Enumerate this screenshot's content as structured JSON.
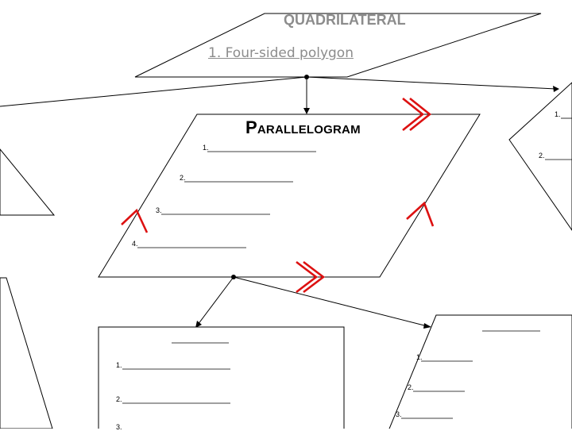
{
  "quadrilateral": {
    "title": "QUADRILATERAL",
    "definition": "1. Four-sided polygon"
  },
  "parallelogram": {
    "title": "Parallelogram",
    "items": [
      "1.",
      "2.",
      "3.",
      "4."
    ]
  },
  "right_shape": {
    "items": [
      "1.",
      "2."
    ]
  },
  "bottom_left_box": {
    "items": [
      "1.",
      "2.",
      "3."
    ]
  },
  "bottom_right_shape": {
    "items": [
      "1.",
      "2.",
      "3."
    ]
  },
  "colors": {
    "marks": "#dd1111",
    "gray_text": "#8c8c8c"
  }
}
